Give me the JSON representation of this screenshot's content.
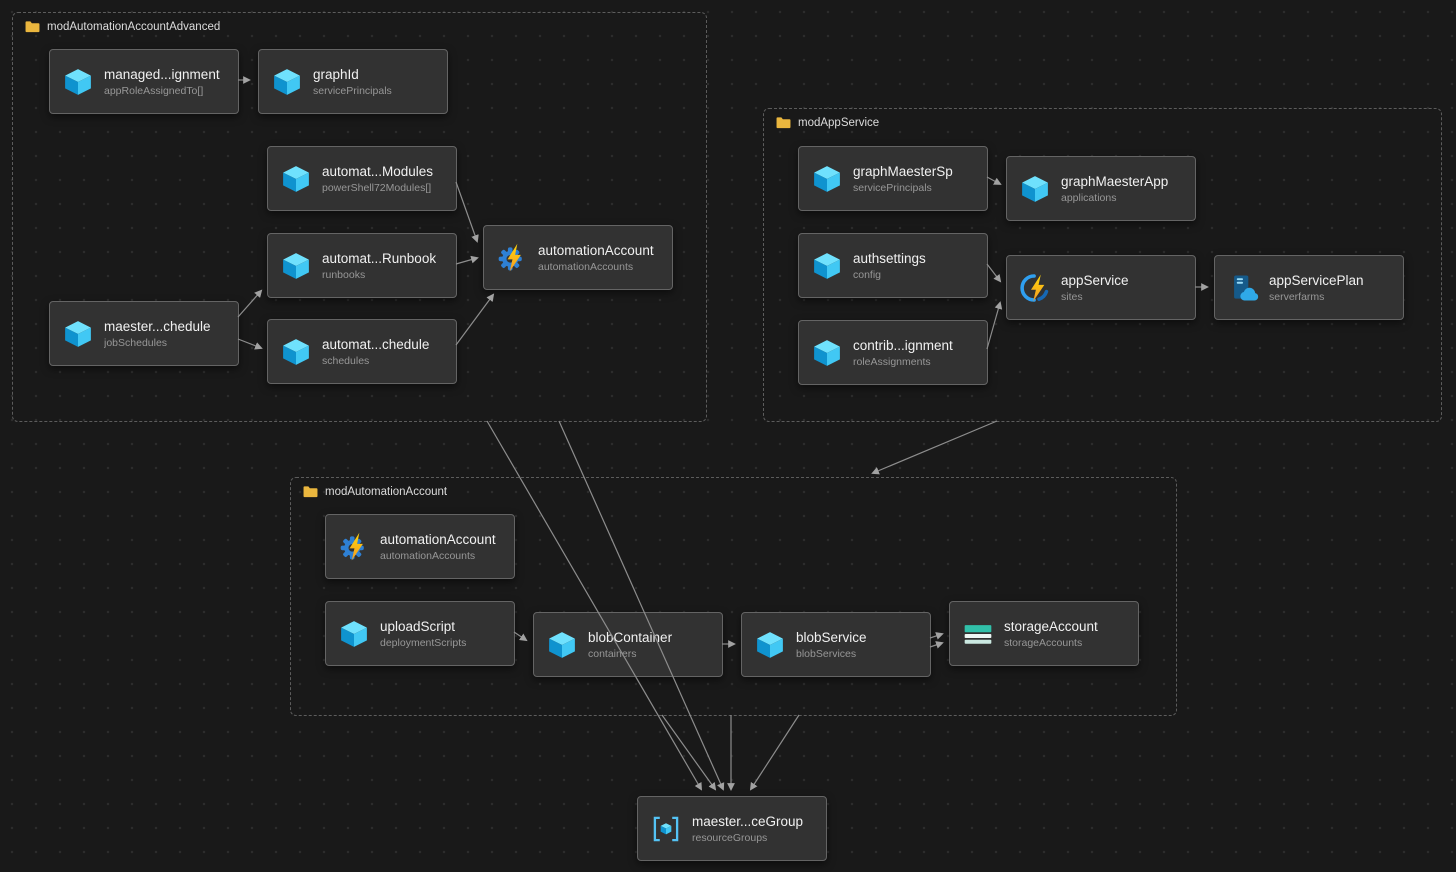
{
  "groups": [
    {
      "label": "modAutomationAccountAdvanced",
      "nodes": [
        {
          "title": "managed...ignment",
          "subtitle": "appRoleAssignedTo[]",
          "icon": "azure-resource-cube-icon"
        },
        {
          "title": "graphId",
          "subtitle": "servicePrincipals",
          "icon": "azure-resource-cube-icon"
        },
        {
          "title": "automat...Modules",
          "subtitle": "powerShell72Modules[]",
          "icon": "azure-resource-cube-icon"
        },
        {
          "title": "automat...Runbook",
          "subtitle": "runbooks",
          "icon": "azure-resource-cube-icon"
        },
        {
          "title": "maester...chedule",
          "subtitle": "jobSchedules",
          "icon": "azure-resource-cube-icon"
        },
        {
          "title": "automat...chedule",
          "subtitle": "schedules",
          "icon": "azure-resource-cube-icon"
        },
        {
          "title": "automationAccount",
          "subtitle": "automationAccounts",
          "icon": "automation-account-icon"
        }
      ]
    },
    {
      "label": "modAppService",
      "nodes": [
        {
          "title": "graphMaesterSp",
          "subtitle": "servicePrincipals",
          "icon": "azure-resource-cube-icon"
        },
        {
          "title": "graphMaesterApp",
          "subtitle": "applications",
          "icon": "azure-resource-cube-icon"
        },
        {
          "title": "authsettings",
          "subtitle": "config",
          "icon": "azure-resource-cube-icon"
        },
        {
          "title": "appService",
          "subtitle": "sites",
          "icon": "app-service-icon"
        },
        {
          "title": "appServicePlan",
          "subtitle": "serverfarms",
          "icon": "app-service-plan-icon"
        },
        {
          "title": "contrib...ignment",
          "subtitle": "roleAssignments",
          "icon": "azure-resource-cube-icon"
        }
      ]
    },
    {
      "label": "modAutomationAccount",
      "nodes": [
        {
          "title": "automationAccount",
          "subtitle": "automationAccounts",
          "icon": "automation-account-icon"
        },
        {
          "title": "uploadScript",
          "subtitle": "deploymentScripts",
          "icon": "azure-resource-cube-icon"
        },
        {
          "title": "blobContainer",
          "subtitle": "containers",
          "icon": "azure-resource-cube-icon"
        },
        {
          "title": "blobService",
          "subtitle": "blobServices",
          "icon": "azure-resource-cube-icon"
        },
        {
          "title": "storageAccount",
          "subtitle": "storageAccounts",
          "icon": "storage-account-icon"
        }
      ]
    }
  ],
  "standalone_nodes": [
    {
      "title": "maester...ceGroup",
      "subtitle": "resourceGroups",
      "icon": "resource-group-icon"
    }
  ],
  "edges": [
    {
      "from": "managed...ignment",
      "to": "graphId"
    },
    {
      "from": "automat...Modules",
      "to": "automationAccount"
    },
    {
      "from": "automat...Runbook",
      "to": "automationAccount"
    },
    {
      "from": "maester...chedule",
      "to": "automat...Runbook"
    },
    {
      "from": "maester...chedule",
      "to": "automat...chedule"
    },
    {
      "from": "automat...chedule",
      "to": "automationAccount"
    },
    {
      "from": "graphMaesterSp",
      "to": "graphMaesterApp"
    },
    {
      "from": "authsettings",
      "to": "appService"
    },
    {
      "from": "contrib...ignment",
      "to": "appService"
    },
    {
      "from": "appService",
      "to": "appServicePlan"
    },
    {
      "from": "uploadScript",
      "to": "blobContainer"
    },
    {
      "from": "blobContainer",
      "to": "blobService"
    },
    {
      "from": "blobService",
      "to": "storageAccount"
    },
    {
      "from": "blobContainer",
      "to": "storageAccount"
    },
    {
      "from": "modAutomationAccountAdvanced",
      "to": "maester...ceGroup"
    },
    {
      "from": "modAppService",
      "to": "modAutomationAccount"
    },
    {
      "from": "modAutomationAccount",
      "to": "maester...ceGroup"
    }
  ],
  "colors": {
    "canvas_bg": "#191919",
    "node_bg": "#323232",
    "node_border": "#646464",
    "group_border": "#5c5c5c",
    "edge": "#8d8d8d",
    "folder": "#eab63e",
    "title_text": "#f1f1f1",
    "subtitle_text": "#979797"
  }
}
